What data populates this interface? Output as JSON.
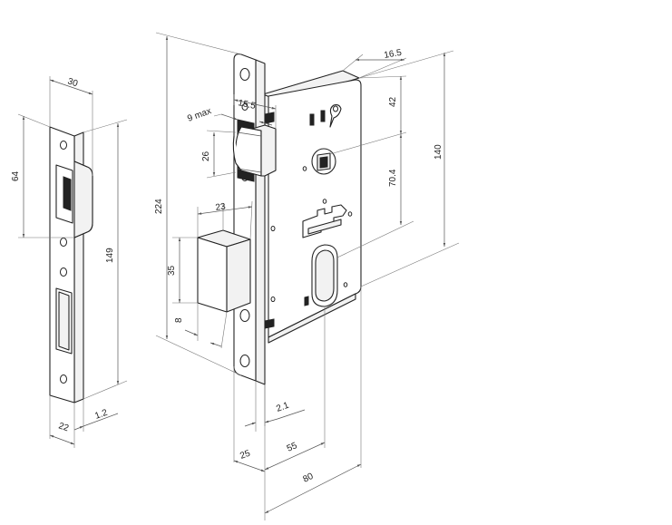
{
  "strike_plate": {
    "width": "30",
    "height": "149",
    "opening_height": "64",
    "base_width": "22",
    "thickness": "1.2"
  },
  "lock": {
    "face_plate_height": "224",
    "latch_max": "9 max",
    "latch_offset": "15.5",
    "latch_height": "26",
    "bolt_width": "23",
    "bolt_height": "35",
    "bolt_throw": "8",
    "body_thickness": "16.5",
    "top_to_handle": "42",
    "handle_to_cylinder": "70.4",
    "body_height": "140",
    "face_thickness": "2.1",
    "face_width": "25",
    "backset": "55",
    "body_depth": "80"
  }
}
